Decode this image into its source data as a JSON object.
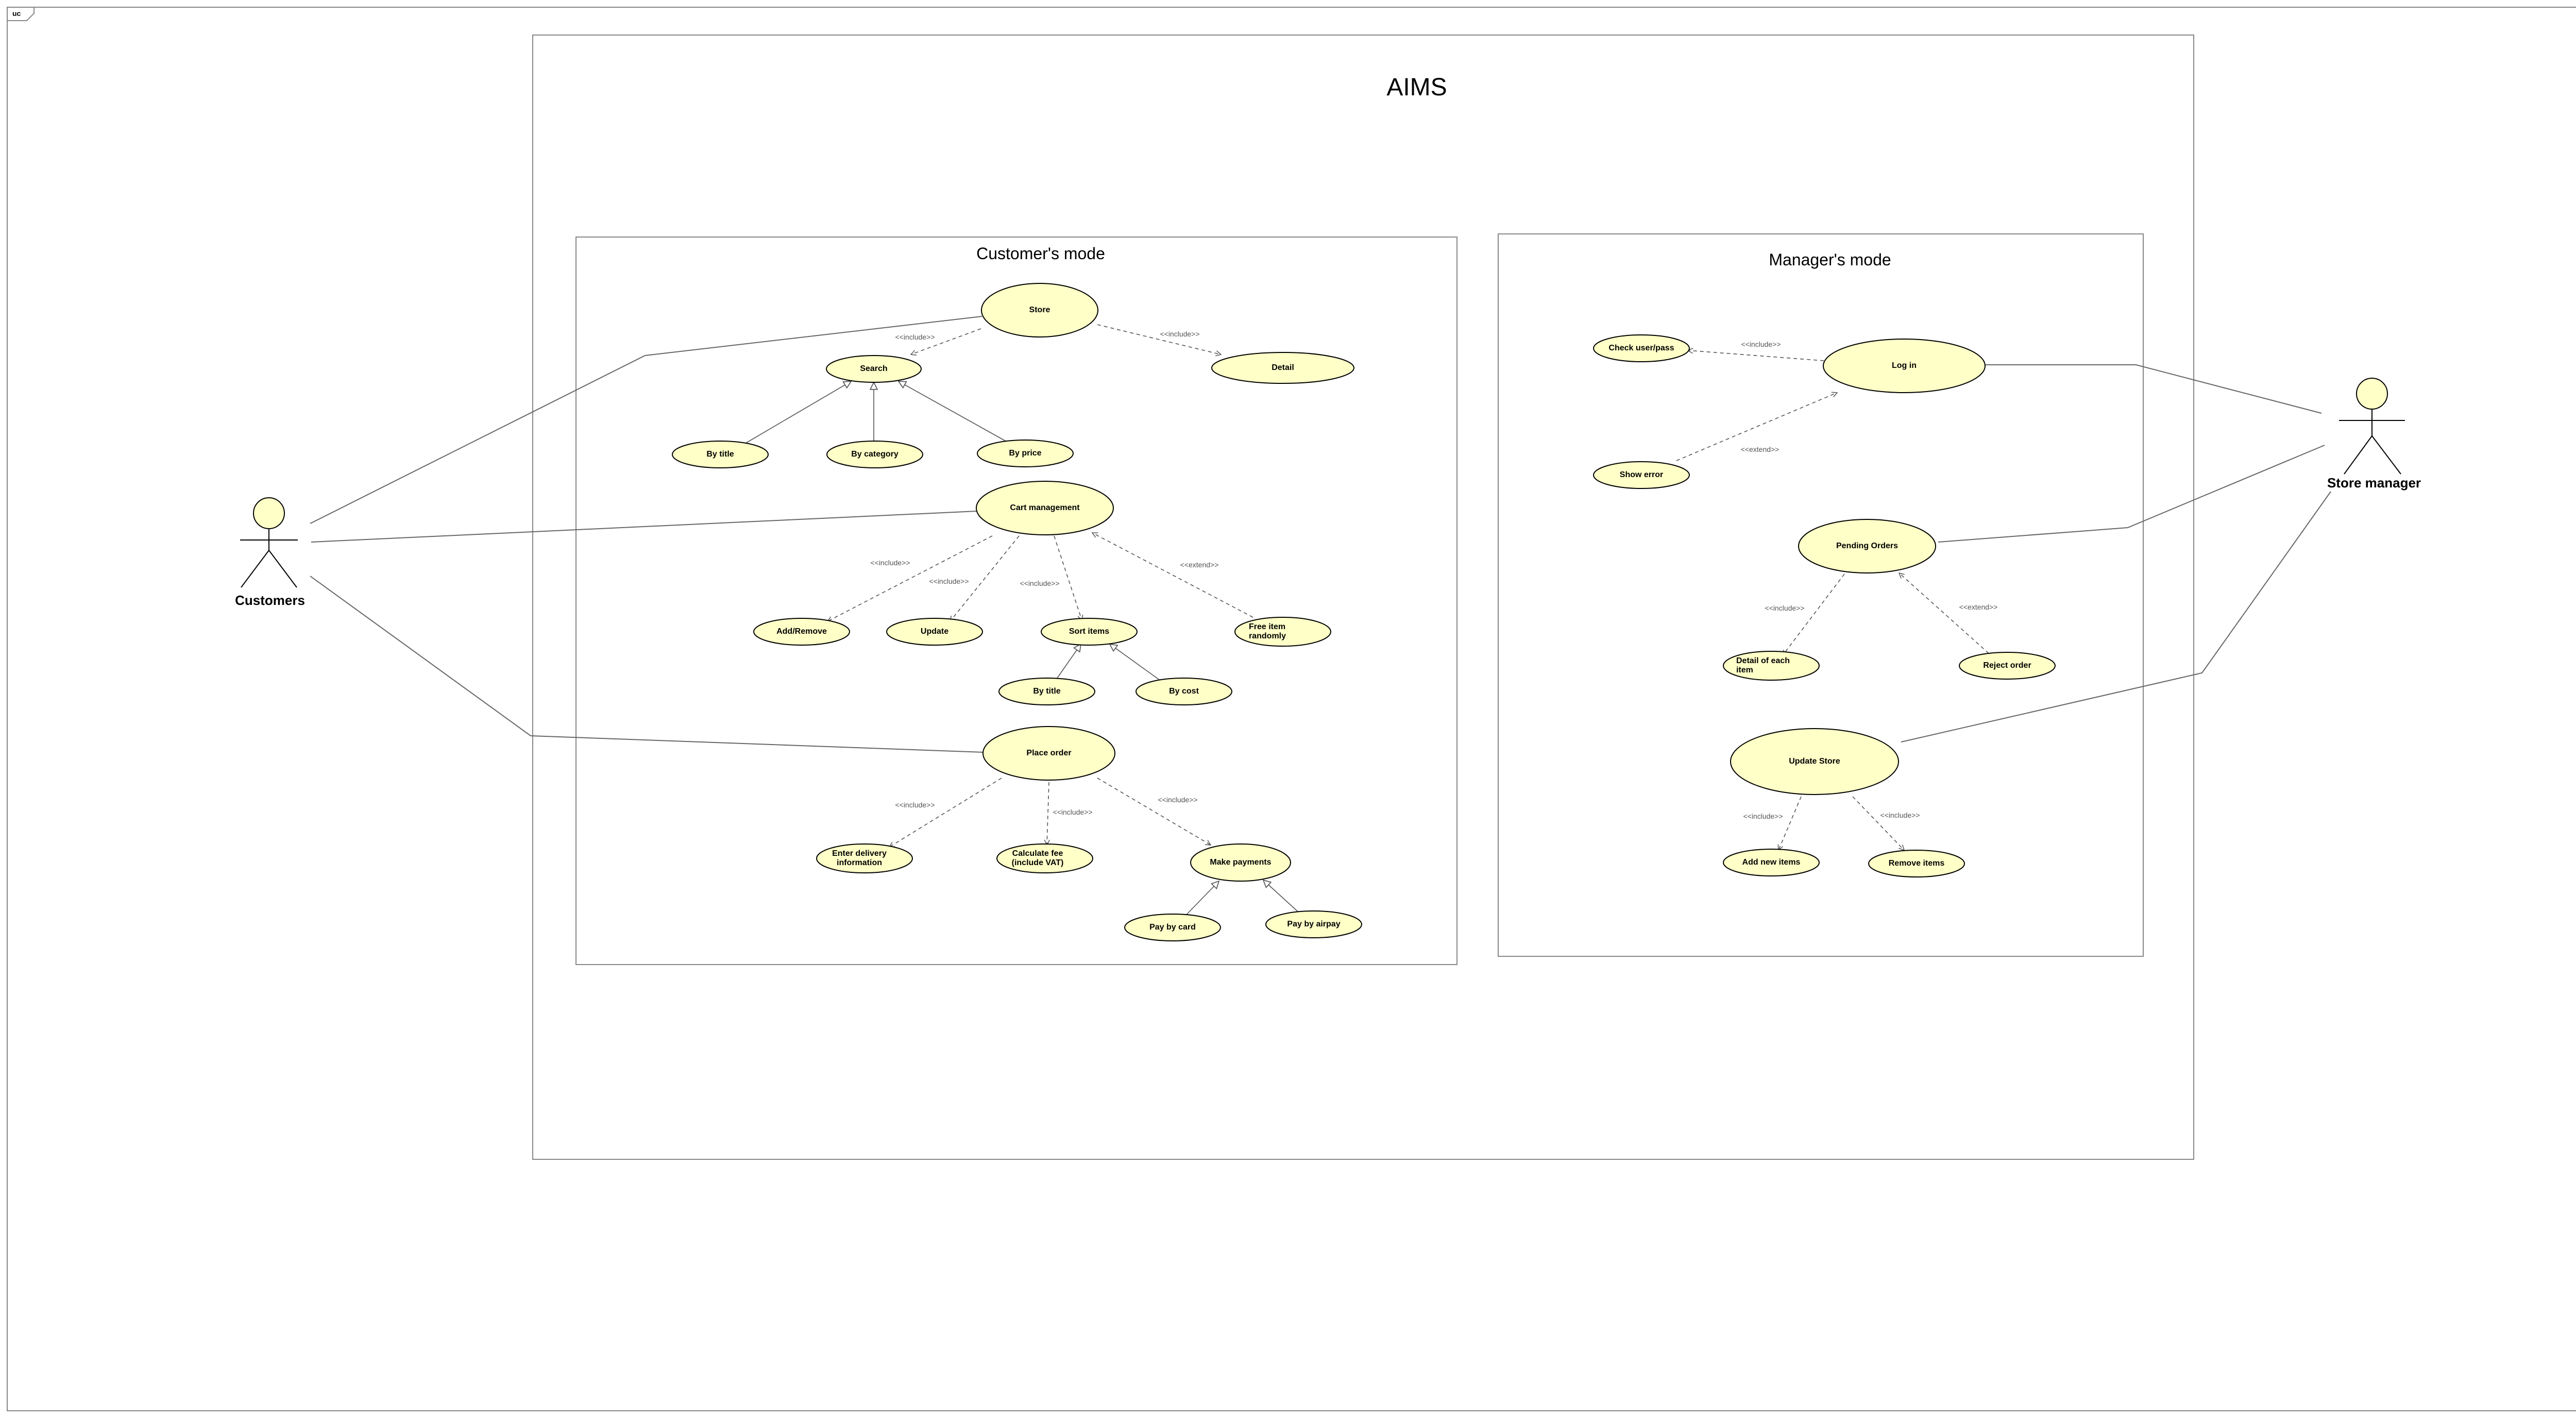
{
  "diagram": {
    "frame_tag": "uc",
    "system_title": "AIMS",
    "customer_pkg_title": "Customer's mode",
    "manager_pkg_title": "Manager's mode",
    "colors": {
      "usecase_fill": "#ffffc8",
      "line": "#666666",
      "border": "#888888",
      "text": "#000000"
    }
  },
  "actors": {
    "customers": "Customers",
    "store_manager": "Store manager"
  },
  "use_cases": {
    "store": "Store",
    "search": "Search",
    "detail": "Detail",
    "by_title_search": "By title",
    "by_category": "By category",
    "by_price": "By price",
    "cart_management": "Cart management",
    "add_remove": "Add/Remove",
    "update": "Update",
    "sort_items": "Sort items",
    "free_item": "Free item\nrandomly",
    "by_title_sort": "By title",
    "by_cost": "By cost",
    "place_order": "Place order",
    "enter_delivery": "Enter delivery\ninformation",
    "calculate_fee": "Calculate fee\n(include VAT)",
    "make_payments": "Make payments",
    "pay_by_card": "Pay by card",
    "pay_by_airpay": "Pay by airpay",
    "check_userpass": "Check user/pass",
    "log_in": "Log in",
    "show_error": "Show error",
    "pending_orders": "Pending Orders",
    "detail_each_item": "Detail of each\nitem",
    "reject_order": "Reject order",
    "update_store": "Update Store",
    "add_new_items": "Add new items",
    "remove_items": "Remove items"
  },
  "relations": {
    "include": "<<include>>",
    "extend": "<<extend>>"
  }
}
